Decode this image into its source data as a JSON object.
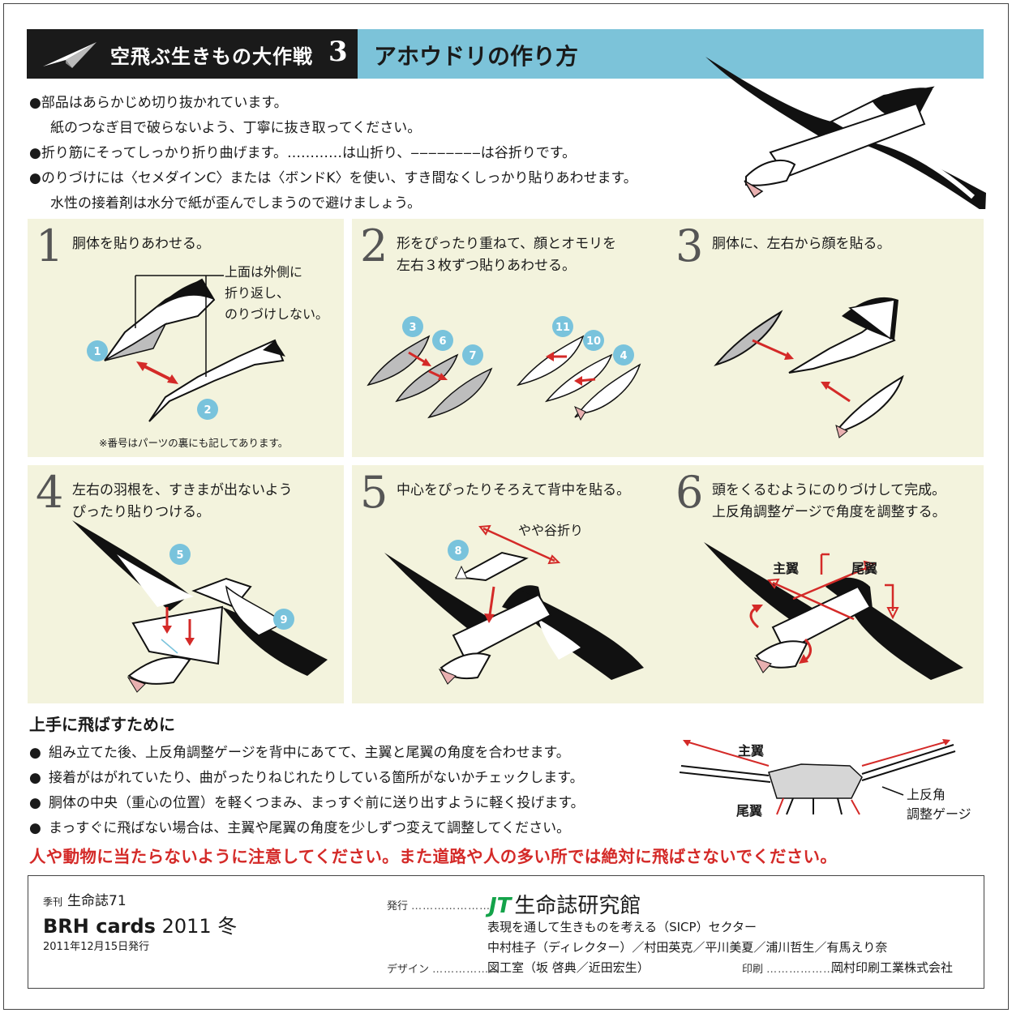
{
  "header": {
    "series": "空飛ぶ生きもの大作戦",
    "number": "3",
    "title": "アホウドリの作り方"
  },
  "intro": [
    "●部品はあらかじめ切り抜かれています。",
    "紙のつなぎ目で破らないよう、丁寧に抜き取ってください。",
    "●折り筋にそってしっかり折り曲げます。…………は山折り、‒‒‒‒‒‒‒‒は谷折りです。",
    "●のりづけには〈セメダインC〉または〈ボンドK〉を使い、すき間なくしっかり貼りあわせます。",
    "水性の接着剤は水分で紙が歪んでしまうので避けましょう。"
  ],
  "steps": [
    {
      "num": "1",
      "text": [
        "胴体を貼りあわせる。"
      ],
      "note": [
        "上面は外側に",
        "折り返し、",
        "のりづけしない。"
      ],
      "footnote": "※番号はパーツの裏にも記してあります。",
      "badges": [
        "1",
        "2"
      ]
    },
    {
      "num": "2",
      "text": [
        "形をぴったり重ねて、顔とオモリを",
        "左右３枚ずつ貼りあわせる。"
      ],
      "badges": [
        "3",
        "6",
        "7",
        "11",
        "10",
        "4"
      ]
    },
    {
      "num": "3",
      "text": [
        "胴体に、左右から顔を貼る。"
      ]
    },
    {
      "num": "4",
      "text": [
        "左右の羽根を、すきまが出ないよう",
        "ぴったり貼りつける。"
      ],
      "badges": [
        "5",
        "9"
      ]
    },
    {
      "num": "5",
      "text": [
        "中心をぴったりそろえて背中を貼る。"
      ],
      "label": "やや谷折り",
      "badges": [
        "8"
      ]
    },
    {
      "num": "6",
      "text": [
        "頭をくるむようにのりづけして完成。",
        "上反角調整ゲージで角度を調整する。"
      ],
      "labels": [
        "主翼",
        "尾翼"
      ]
    }
  ],
  "tips": {
    "title": "上手に飛ばすために",
    "items": [
      "組み立てた後、上反角調整ゲージを背中にあてて、主翼と尾翼の角度を合わせます。",
      "接着がはがれていたり、曲がったりねじれたりしている箇所がないかチェックします。",
      "胴体の中央（重心の位置）を軽くつまみ、まっすぐ前に送り出すように軽く投げます。",
      "まっすぐに飛ばない場合は、主翼や尾翼の角度を少しずつ変えて調整してください。"
    ]
  },
  "gauge": {
    "main_wing": "主翼",
    "tail_wing": "尾翼",
    "gauge_label": [
      "上反角",
      "調整ゲージ"
    ]
  },
  "warning": "人や動物に当たらないように注意してください。また道路や人の多い所では絶対に飛ばさないでください。",
  "footer": {
    "quarterly": "季刊",
    "magazine": "生命誌71",
    "brh": "BRH cards",
    "issue": "2011 冬",
    "date": "2011年12月15日発行",
    "publisher_label": "発行",
    "publisher_logo": "JT",
    "publisher": "生命誌研究館",
    "sector": "表現を通して生きものを考える（SICP）セクター",
    "members": "中村桂子（ディレクター）／村田英克／平川美夏／浦川哲生／有馬えり奈",
    "design_label": "デザイン",
    "design": "図工室（坂 啓典／近田宏生）",
    "print_label": "印刷",
    "print": "岡村印刷工業株式会社"
  }
}
